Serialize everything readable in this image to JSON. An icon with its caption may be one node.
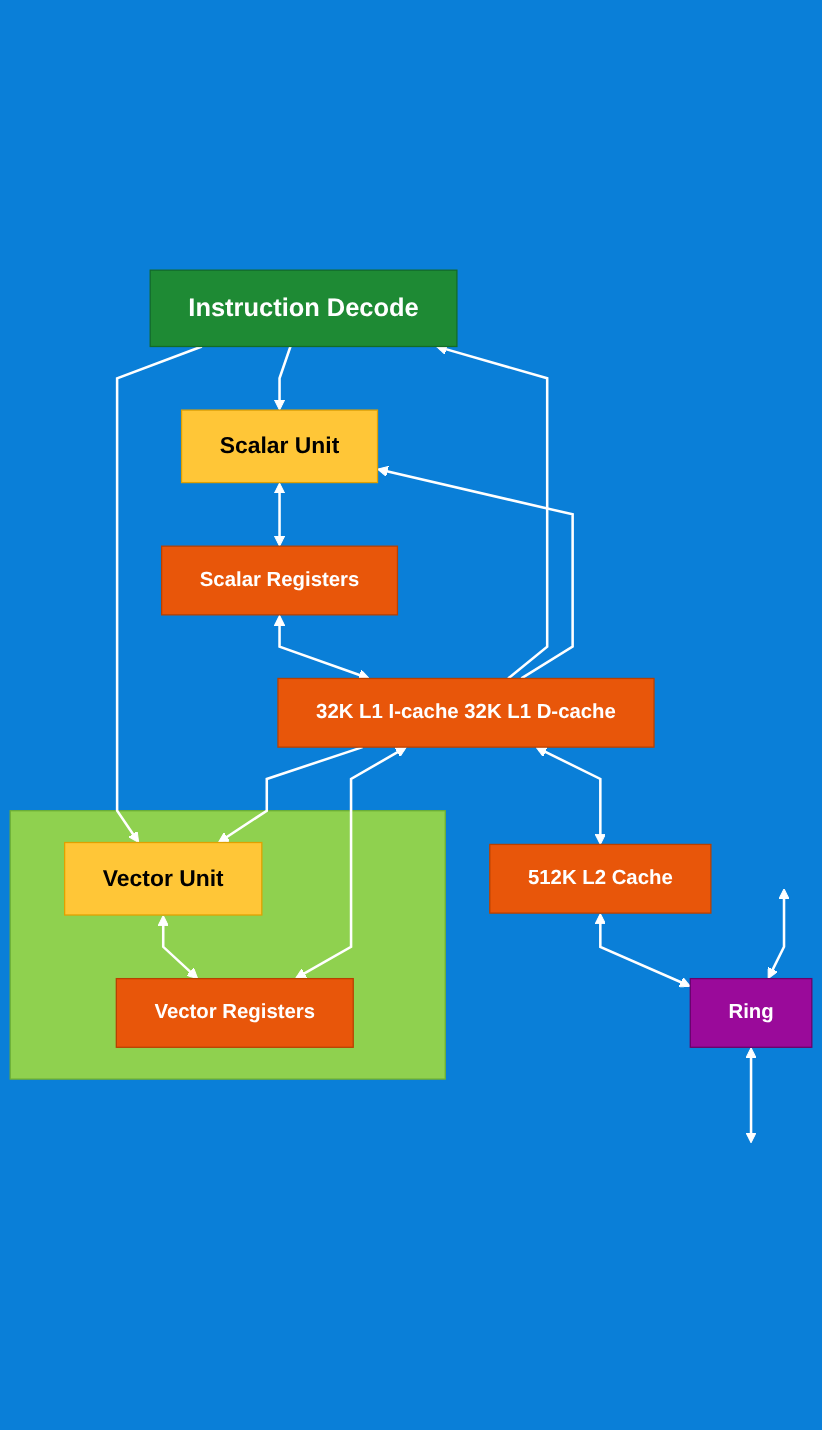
{
  "diagram": {
    "nodes": [
      {
        "text": [
          "Instruction Decode"
        ]
      },
      {
        "text": [
          "Scalar Unit"
        ]
      },
      {
        "text": [],
        "shape": "box"
      },
      {
        "text": [
          "Vector Unit"
        ],
        "in": 2
      },
      {
        "text": [
          "Scalar Registers"
        ]
      },
      {
        "text": [
          "Vector Registers"
        ],
        "in": 2
      },
      {
        "text": [
          "32K L1 I-cache 32K L1 D-cache"
        ]
      },
      {
        "text": [
          "512K L2 Cache"
        ]
      },
      {
        "text": [
          "Ring"
        ]
      }
    ],
    "edges": [
      {
        "from": 0,
        "to": 1,
        "arrow": "to"
      },
      {
        "from": 0,
        "to": 3,
        "arrow": "to"
      },
      {
        "from": 6,
        "to": 0,
        "arrow": "to"
      },
      {
        "from": 6,
        "to": 1,
        "arrow": "to"
      },
      {
        "from": 6,
        "to": 3,
        "arrow": "to"
      },
      {
        "from": 1,
        "to": 4,
        "arrow": "both"
      },
      {
        "from": 3,
        "to": 5,
        "arrow": "both"
      },
      {
        "from": 4,
        "to": 6,
        "arrow": "both"
      },
      {
        "from": 5,
        "to": 6,
        "arrow": "both"
      },
      {
        "from": 6,
        "to": 7,
        "arrow": "both"
      },
      {
        "from": 7,
        "to": 8,
        "arrow": "both"
      },
      {
        "from": null,
        "to": 8,
        "arrow": "both"
      },
      {
        "from": 8,
        "to": null,
        "arrow": "both"
      }
    ]
  }
}
